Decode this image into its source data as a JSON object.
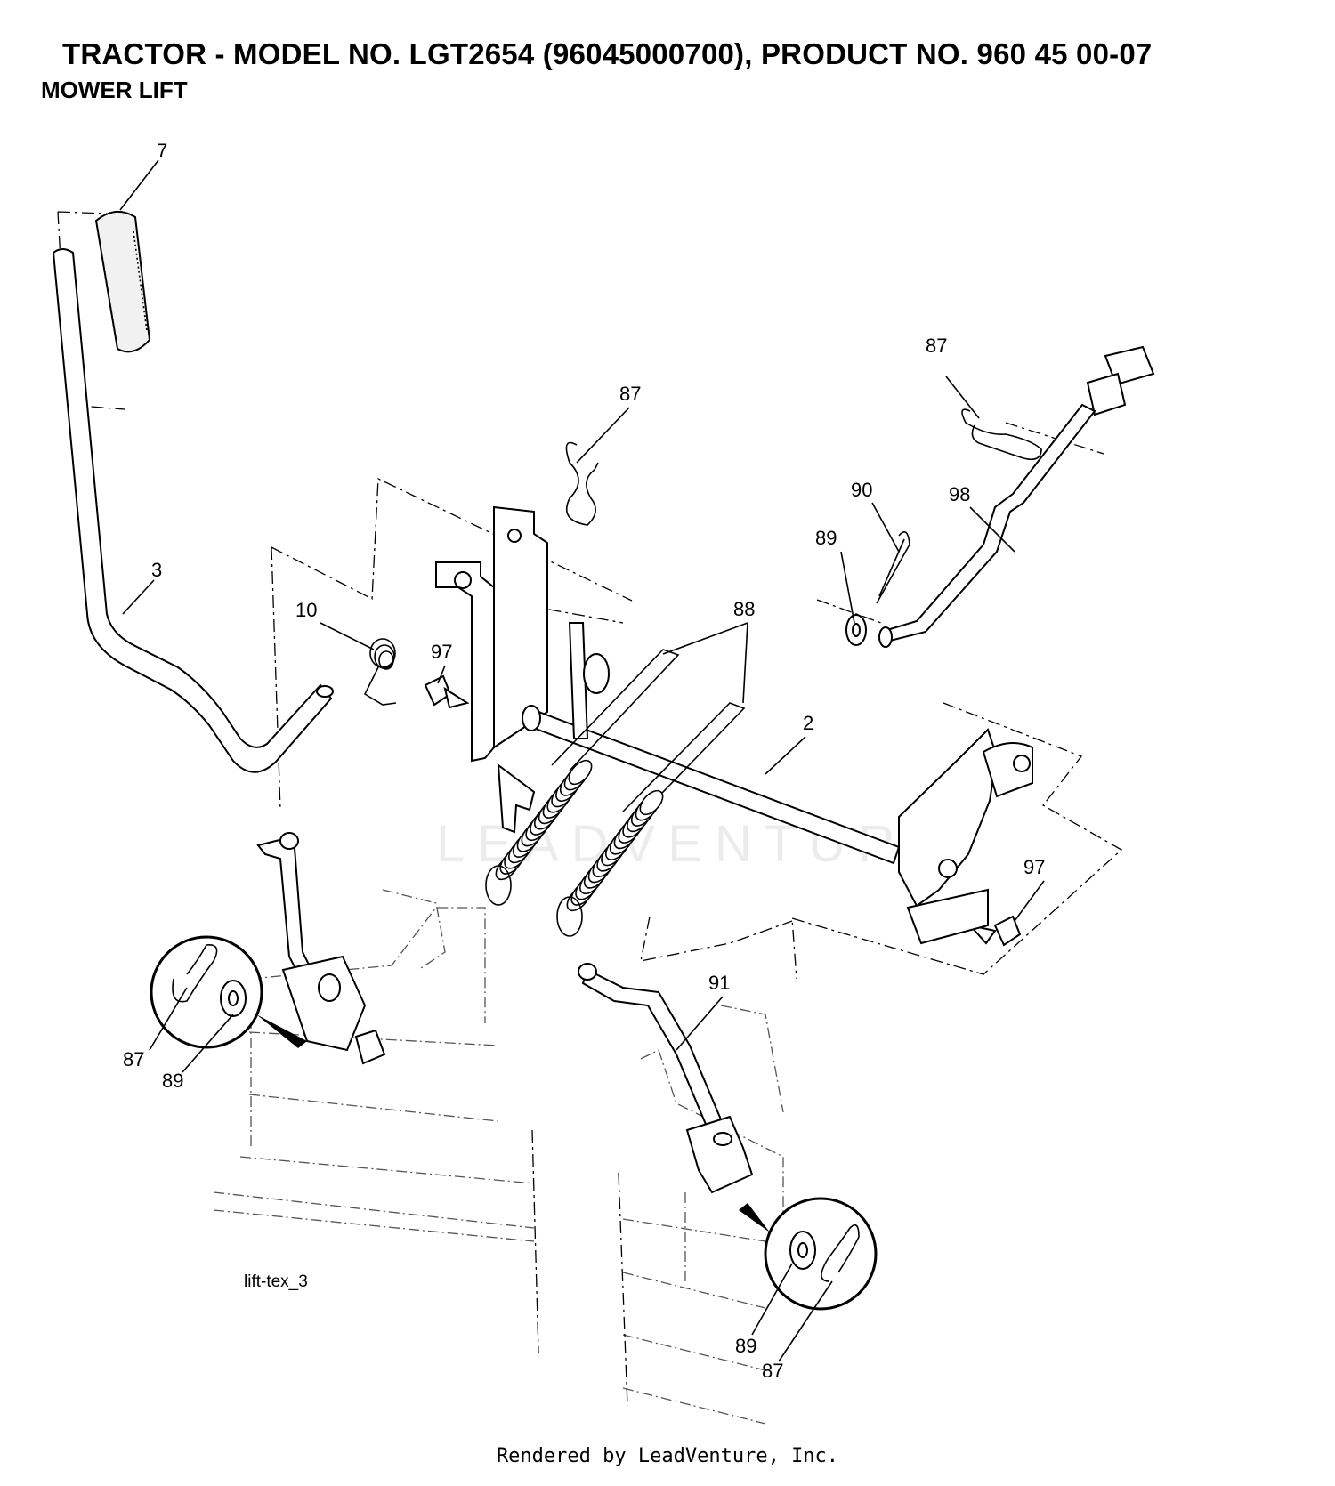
{
  "header": {
    "title": "TRACTOR - MODEL NO. LGT2654 (96045000700), PRODUCT NO. 960 45 00-07",
    "subtitle": "MOWER LIFT"
  },
  "diagram": {
    "drawing_code": "lift-tex_3",
    "watermark": "LEADVENTURE",
    "callouts": [
      "7",
      "3",
      "10",
      "97",
      "87",
      "88",
      "2",
      "87",
      "90",
      "98",
      "89",
      "97",
      "91",
      "87",
      "89",
      "89",
      "87"
    ]
  },
  "footer": {
    "credit": "Rendered by LeadVenture, Inc."
  },
  "colors": {
    "ink": "#000000",
    "background": "#ffffff"
  }
}
